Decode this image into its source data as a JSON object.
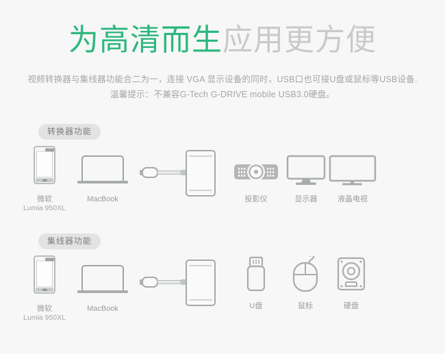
{
  "page": {
    "background_color": "#f7f7f7",
    "accent_green": "#2eb77f",
    "muted_grey": "#c9cac9",
    "icon_stroke": "#9fa3a4"
  },
  "title": {
    "green_part": "为高清而生",
    "grey_part": "应用更方便"
  },
  "subtitle": {
    "line1": "视频转换器与集线器功能合二为一，连接 VGA 显示设备的同时，USB口也可接U盘或鼠标等USB设备.",
    "line2": "温馨提示：不兼容G-Tech G-DRIVE mobile USB3.0硬盘。"
  },
  "sections": [
    {
      "id": "converter",
      "pill_label": "转换器功能",
      "nodes": [
        {
          "id": "phone",
          "icon": "phone-icon",
          "label": "微软",
          "sublabel": "Lumia 950XL"
        },
        {
          "id": "macbook",
          "icon": "laptop-icon",
          "label": "MacBook",
          "sublabel": ""
        },
        {
          "id": "dongle",
          "icon": "usb-c-adapter-icon",
          "label": "",
          "sublabel": ""
        },
        {
          "id": "projector",
          "icon": "projector-icon",
          "label": "投影仪",
          "sublabel": ""
        },
        {
          "id": "monitor",
          "icon": "monitor-icon",
          "label": "显示器",
          "sublabel": ""
        },
        {
          "id": "tv",
          "icon": "tv-icon",
          "label": "液晶电视",
          "sublabel": ""
        }
      ]
    },
    {
      "id": "hub",
      "pill_label": "集线器功能",
      "nodes": [
        {
          "id": "phone",
          "icon": "phone-icon",
          "label": "微软",
          "sublabel": "Lumia 950XL"
        },
        {
          "id": "macbook",
          "icon": "laptop-icon",
          "label": "MacBook",
          "sublabel": ""
        },
        {
          "id": "dongle",
          "icon": "usb-c-adapter-icon",
          "label": "",
          "sublabel": ""
        },
        {
          "id": "udisk",
          "icon": "usb-flash-drive-icon",
          "label": "U盘",
          "sublabel": ""
        },
        {
          "id": "mouse",
          "icon": "mouse-icon",
          "label": "鼠标",
          "sublabel": ""
        },
        {
          "id": "hdd",
          "icon": "hard-disk-icon",
          "label": "硬盘",
          "sublabel": ""
        }
      ]
    }
  ]
}
